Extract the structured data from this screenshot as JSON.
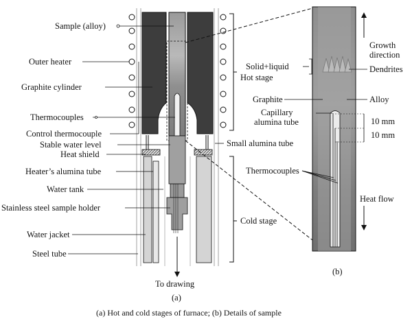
{
  "labels": {
    "sample_alloy": "Sample (alloy)",
    "outer_heater": "Outer heater",
    "graphite_cylinder": "Graphite cylinder",
    "thermocouples_a": "Thermocouples",
    "control_thermocouple": "Control thermocouple",
    "stable_water_level": "Stable water level",
    "heat_shield": "Heat shield",
    "heater_alumina_tube": "Heater’s alumina tube",
    "water_tank": "Water tank",
    "stainless_holder": "Stainless steel sample holder",
    "water_jacket": "Water jacket",
    "steel_tube": "Steel tube",
    "to_drawing": "To drawing",
    "panel_a": "(a)",
    "hot_stage": "Hot stage",
    "small_alumina_tube": "Small alumina tube",
    "cold_stage": "Cold stage",
    "growth_direction_1": "Growth",
    "growth_direction_2": "direction",
    "solid_liquid": "Solid+liquid",
    "dendrites": "Dendrites",
    "graphite": "Graphite",
    "alloy": "Alloy",
    "capillary_1": "Capillary",
    "capillary_2": "alumina tube",
    "dim_1": "10 mm",
    "dim_2": "10 mm",
    "thermocouples_b": "Thermocouples",
    "heat_flow": "Heat flow",
    "panel_b": "(b)"
  },
  "caption": "(a) Hot and cold stages of furnace; (b) Details of sample",
  "colors": {
    "dark_graphite": "#3d3d3d",
    "sample_gray": "#a6a6a6",
    "light_gray": "#d4d4d4",
    "line": "#111111"
  }
}
